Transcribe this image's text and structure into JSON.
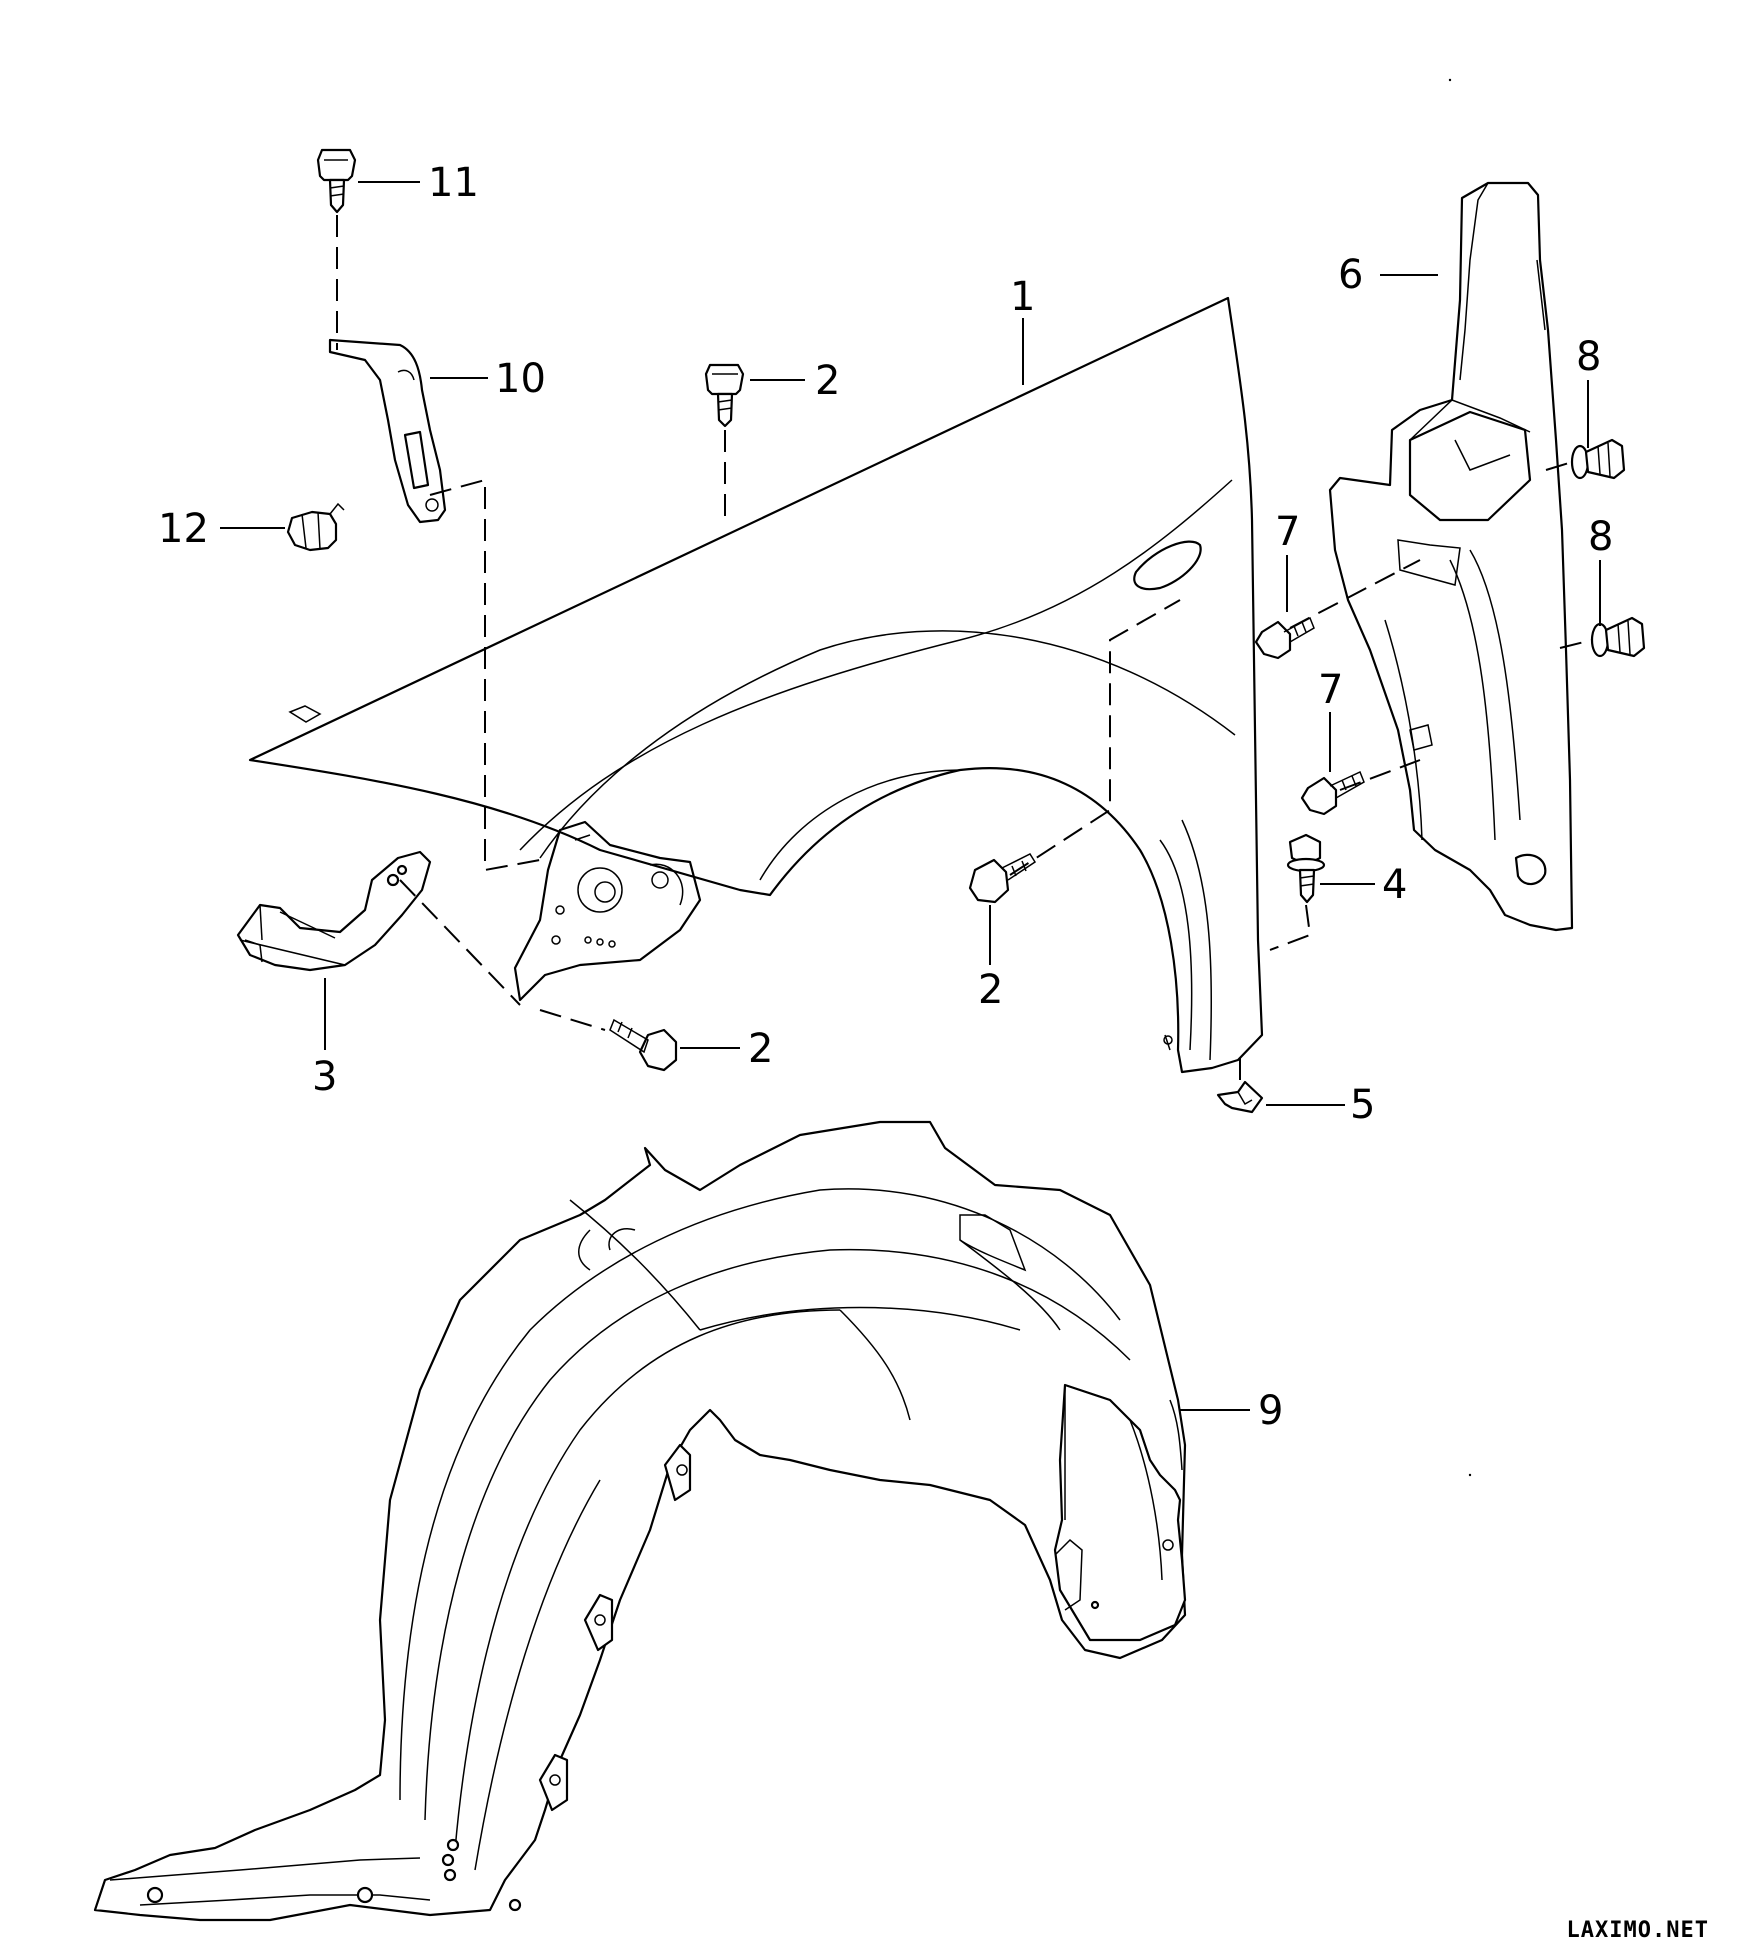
{
  "diagram": {
    "callouts": {
      "c1": "1",
      "c2a": "2",
      "c2b": "2",
      "c2c": "2",
      "c3": "3",
      "c4": "4",
      "c5": "5",
      "c6": "6",
      "c7a": "7",
      "c7b": "7",
      "c8a": "8",
      "c8b": "8",
      "c9": "9",
      "c10": "10",
      "c11": "11",
      "c12": "12"
    }
  },
  "watermark": "LAXIMO.NET"
}
